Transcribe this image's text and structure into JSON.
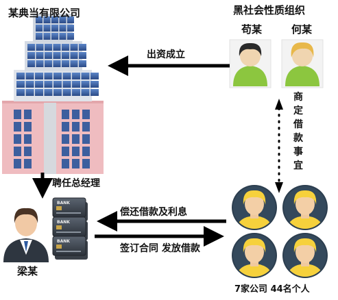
{
  "company": {
    "name": "某典当有限公司"
  },
  "gang": {
    "title": "黑社会性质组织",
    "person1": "苟某",
    "person2": "何某"
  },
  "manager": {
    "name": "梁某"
  },
  "lenders": {
    "caption": "7家公司 44名个人"
  },
  "card_text": "BANK",
  "arrows": {
    "invest": "出资成立",
    "appoint": "聘任总经理",
    "negotiate_chars": [
      "商",
      "定",
      "借",
      "款",
      "事",
      "宜"
    ],
    "repay": "偿还借款及利息",
    "lend": "签订合同 发放借款"
  },
  "colors": {
    "building_glass": "#3d5f9e",
    "building_pink": "#efbcc0",
    "person_green": "#8cc63f",
    "face_yellow": "#f6d13c",
    "disc_dark": "#2c3e4f",
    "arrow": "#000000"
  }
}
